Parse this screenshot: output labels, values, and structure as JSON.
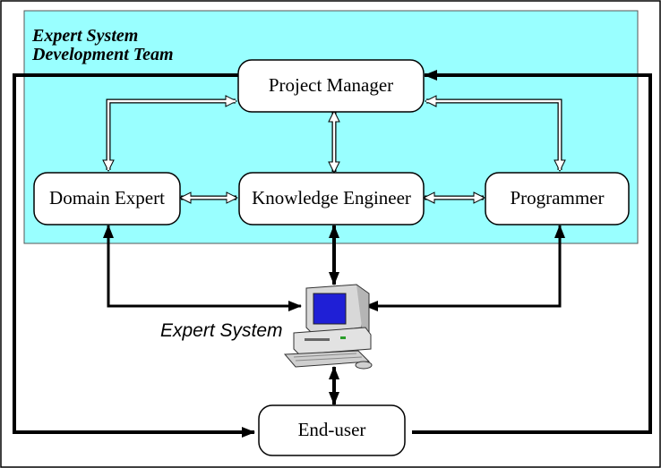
{
  "team": {
    "label_line1": "Expert System",
    "label_line2": "Development Team",
    "fill_color": "#99ffff"
  },
  "nodes": {
    "project_manager": "Project Manager",
    "domain_expert": "Domain Expert",
    "knowledge_engineer": "Knowledge Engineer",
    "programmer": "Programmer",
    "end_user": "End-user"
  },
  "expert_system": {
    "label": "Expert System",
    "icon": "computer-workstation-icon"
  }
}
